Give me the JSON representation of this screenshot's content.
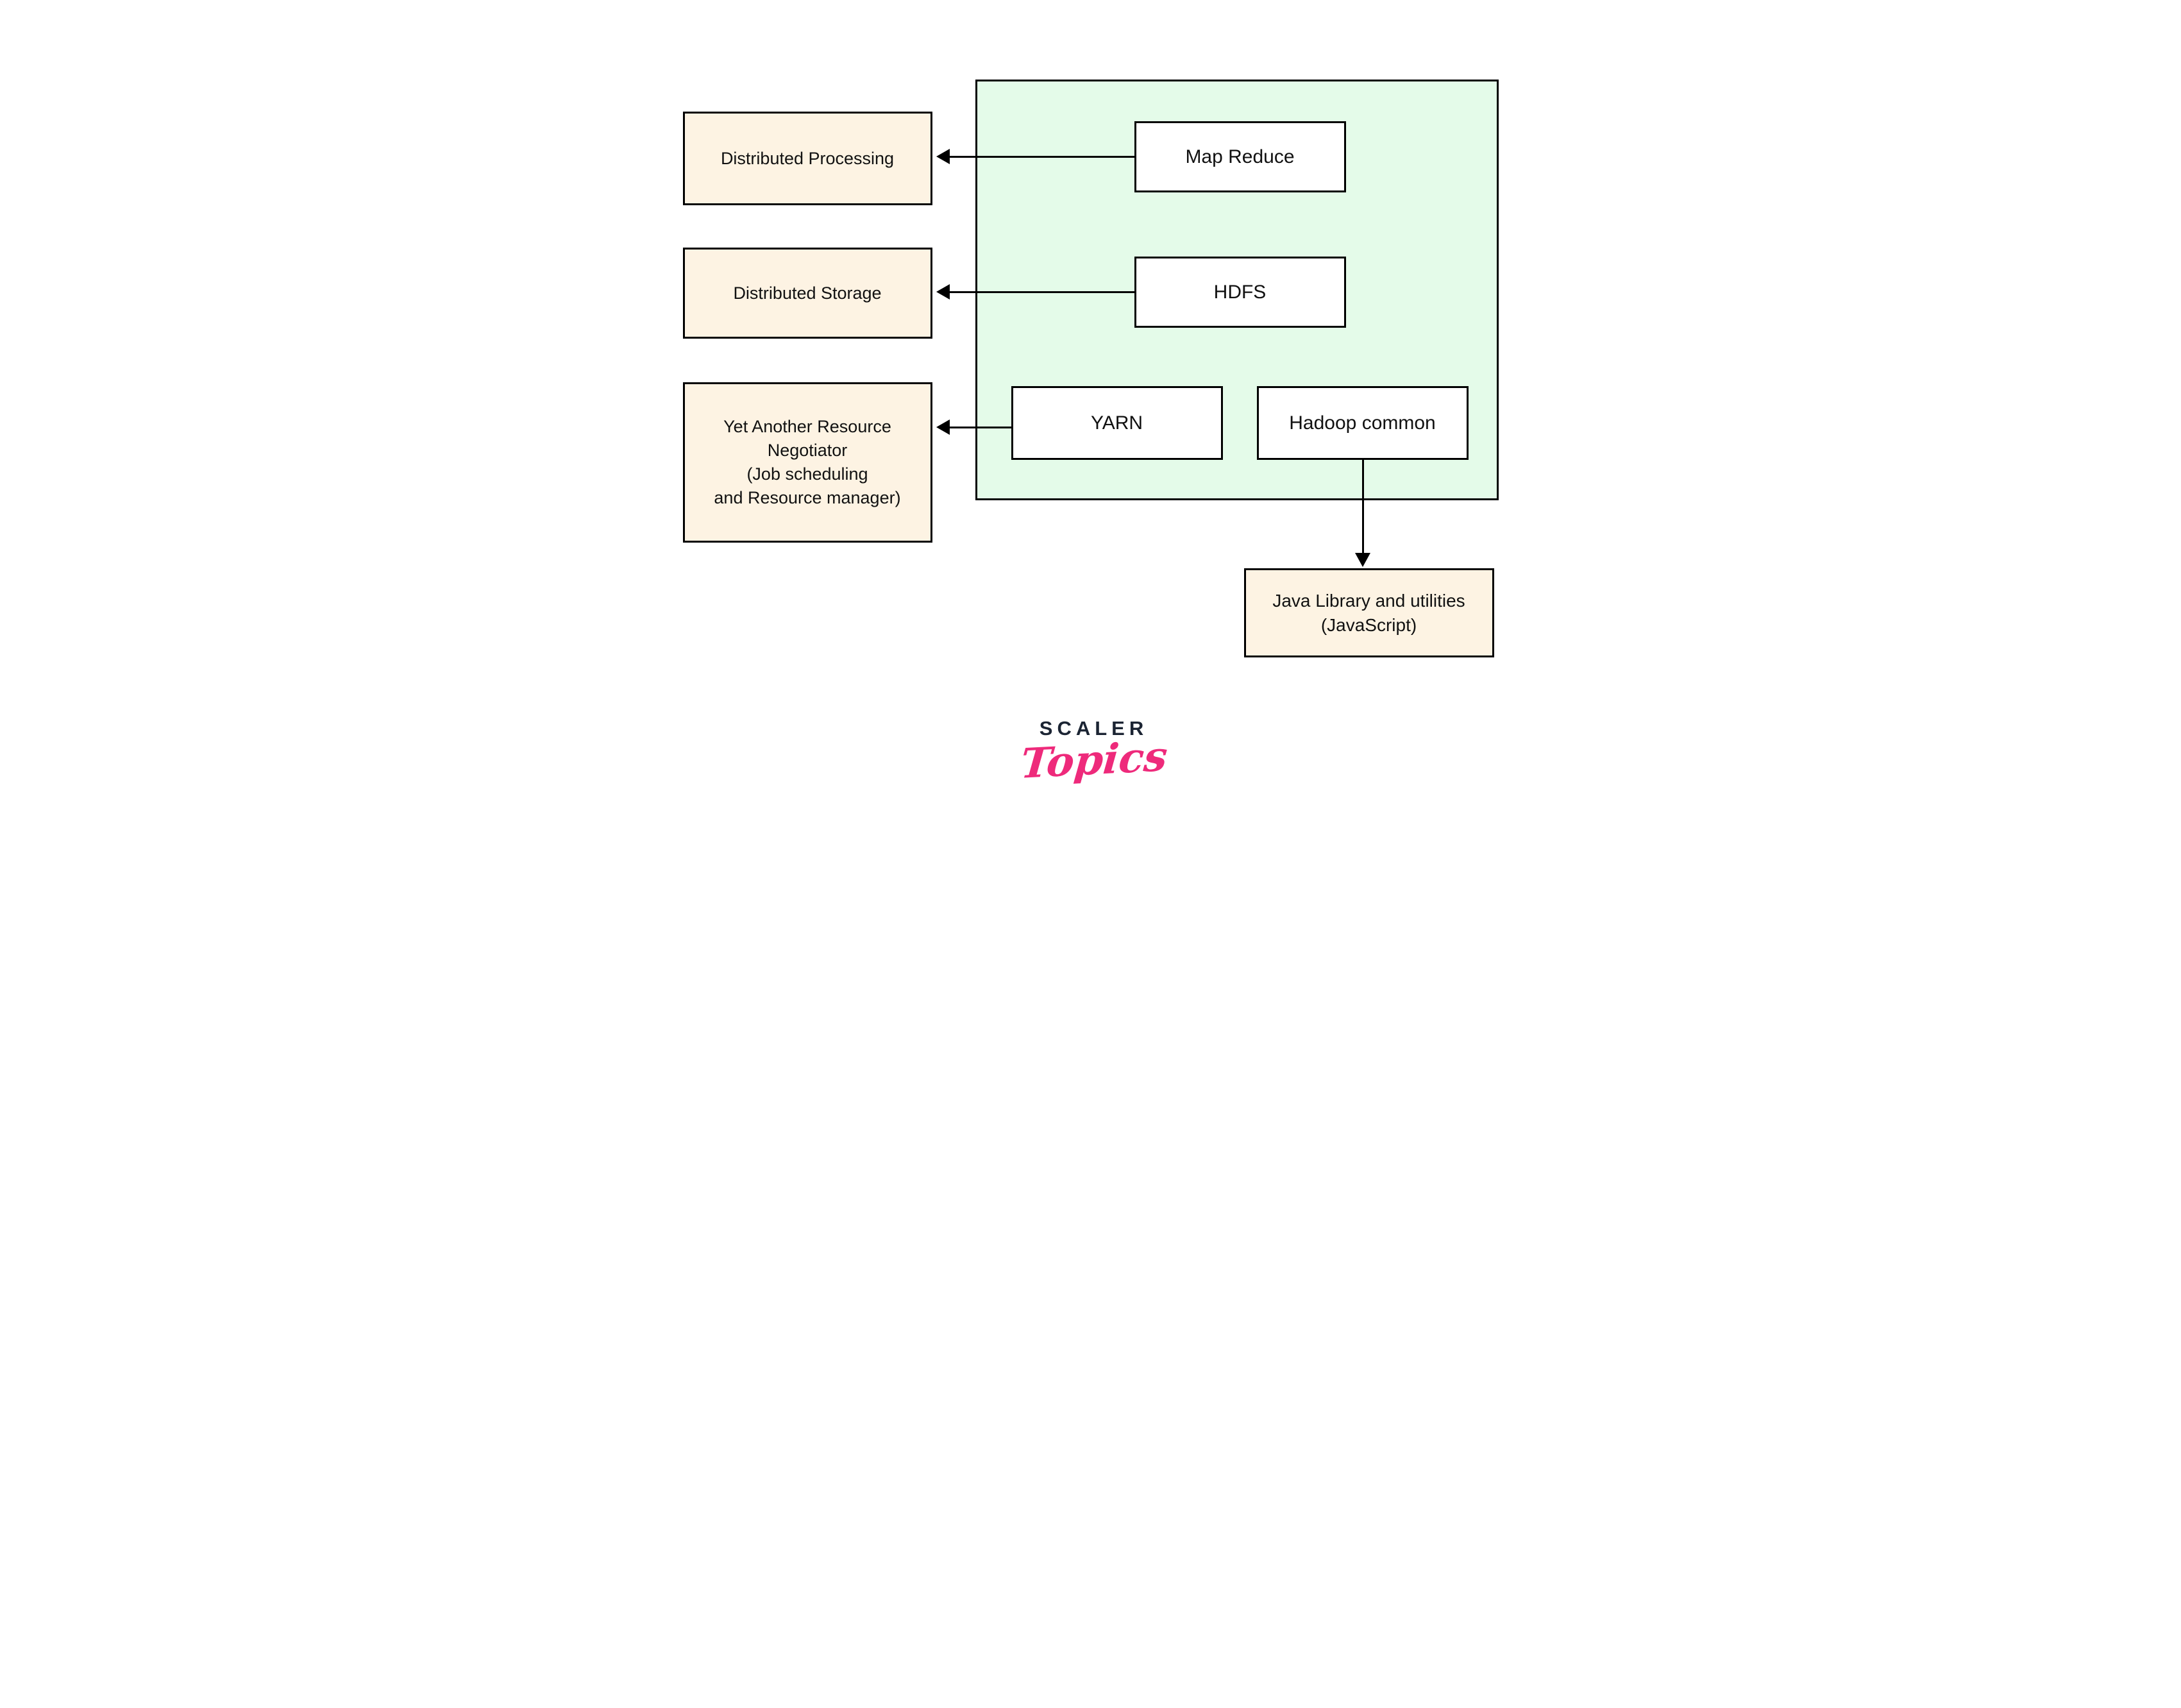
{
  "diagram": {
    "framework_modules": {
      "map_reduce": "Map Reduce",
      "hdfs": "HDFS",
      "yarn": "YARN",
      "hadoop_common": "Hadoop common"
    },
    "left_annotations": [
      {
        "lines": [
          "Distributed Processing"
        ]
      },
      {
        "lines": [
          "Distributed Storage"
        ]
      },
      {
        "lines": [
          "Yet Another Resource",
          "Negotiator",
          "(Job scheduling",
          "and Resource manager)"
        ]
      }
    ],
    "bottom_annotation": {
      "lines": [
        "Java Library and utilities",
        "(JavaScript)"
      ]
    }
  },
  "logo": {
    "brand": "SCALER",
    "product": "Topics"
  },
  "colors": {
    "annotation_fill": "#FDF3E3",
    "container_fill": "#E4FBE9",
    "module_fill": "#FFFFFF",
    "border": "#000000",
    "logo_brand": "#1B2433",
    "logo_product": "#EE2A7B"
  }
}
